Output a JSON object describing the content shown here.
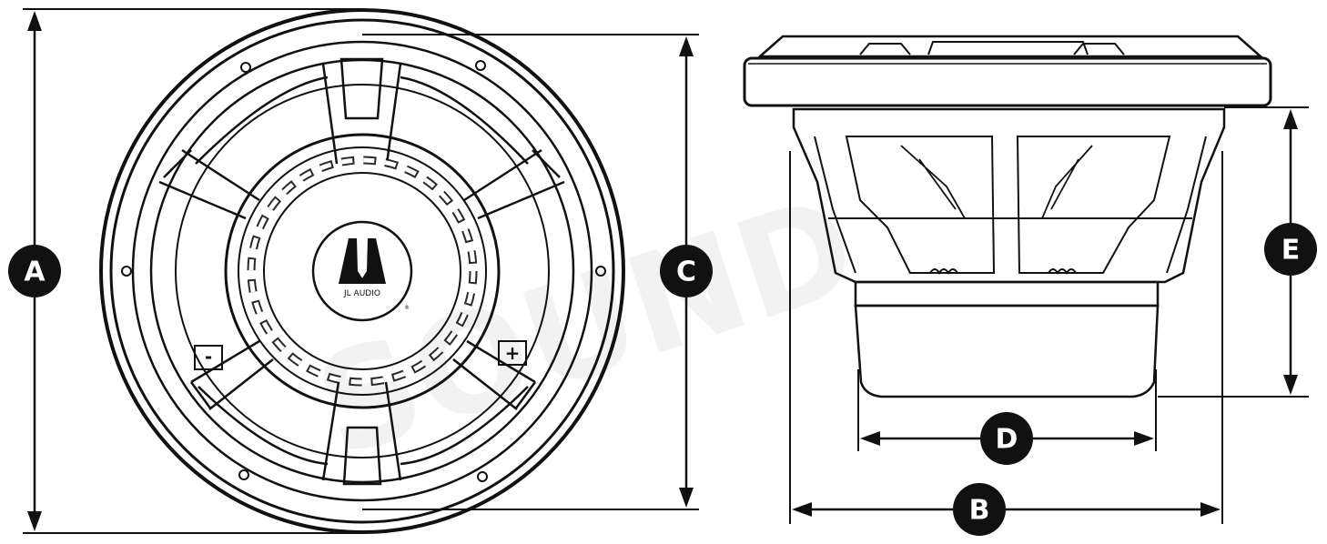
{
  "brand": {
    "logo_text": "JL AUDIO",
    "registered_mark": "®"
  },
  "watermark": {
    "text": "SOUND"
  },
  "dimensions": {
    "a": "A",
    "b": "B",
    "c": "C",
    "d": "D",
    "e": "E"
  },
  "terminals": {
    "negative": "-",
    "positive": "+"
  },
  "colors": {
    "line": "#111111",
    "badge": "#111111",
    "badge_text": "#ffffff",
    "background": "#ffffff"
  }
}
